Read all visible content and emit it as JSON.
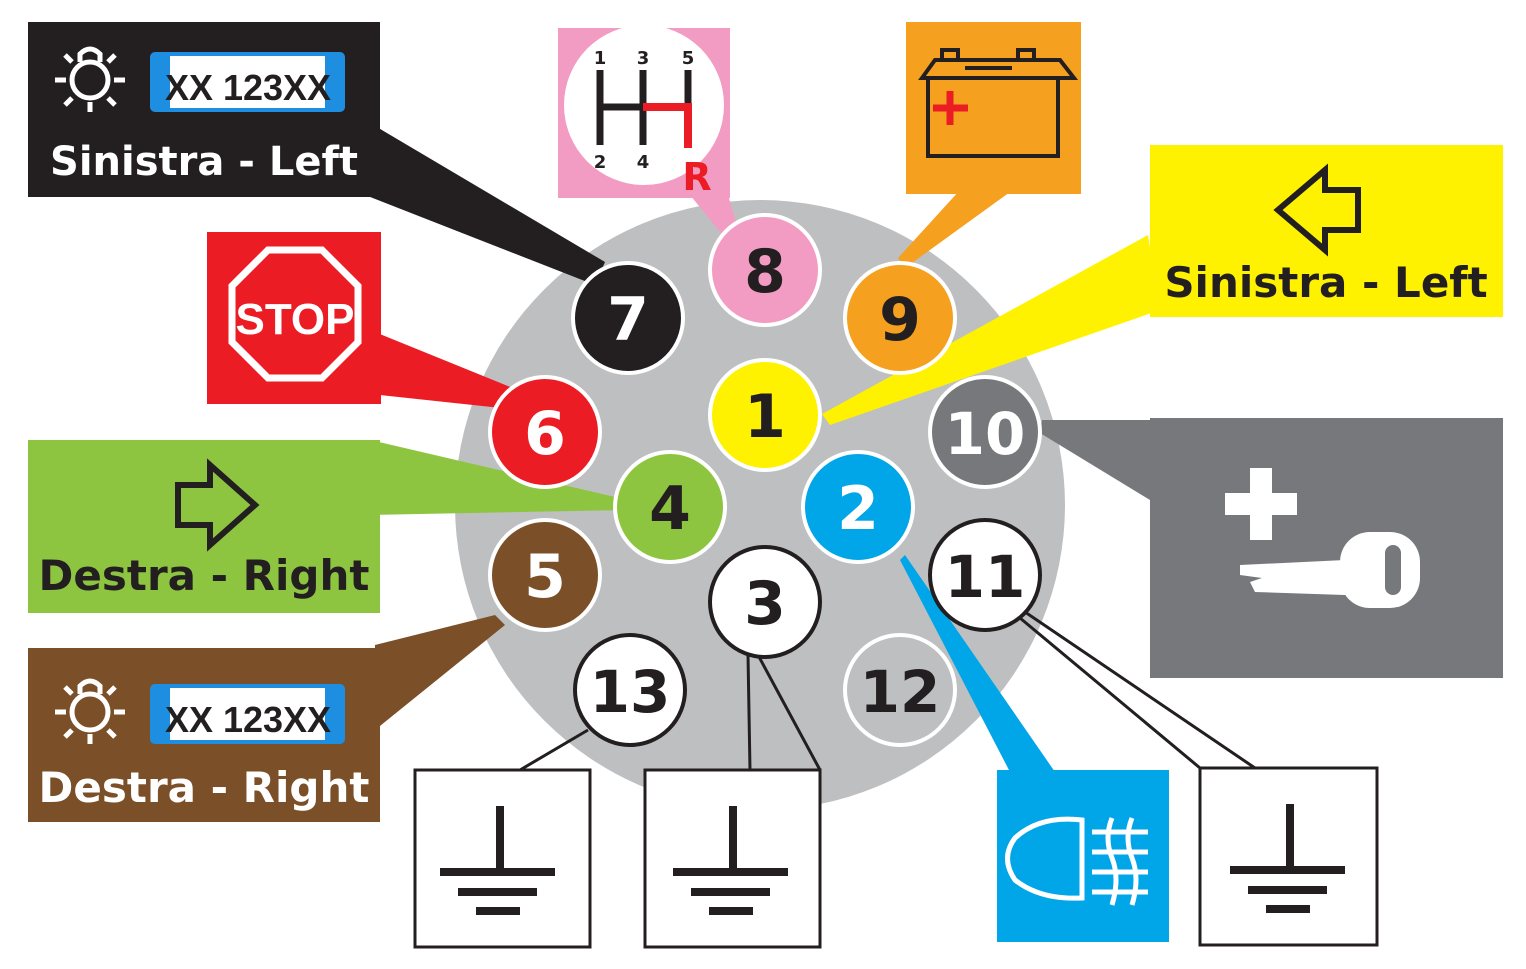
{
  "colors": {
    "connector": "#bebfc1",
    "black": "#231f20",
    "pink": "#f29cc4",
    "orange": "#f5a01e",
    "yellow": "#fff200",
    "red": "#ec1c24",
    "green": "#8dc540",
    "brown": "#7b5028",
    "blue": "#00a6e8",
    "grey": "#77787b",
    "plate_blue": "#1e8fe0"
  },
  "pins": [
    {
      "id": "1",
      "label": "1"
    },
    {
      "id": "2",
      "label": "2"
    },
    {
      "id": "3",
      "label": "3"
    },
    {
      "id": "4",
      "label": "4"
    },
    {
      "id": "5",
      "label": "5"
    },
    {
      "id": "6",
      "label": "6"
    },
    {
      "id": "7",
      "label": "7"
    },
    {
      "id": "8",
      "label": "8"
    },
    {
      "id": "9",
      "label": "9"
    },
    {
      "id": "10",
      "label": "10"
    },
    {
      "id": "11",
      "label": "11"
    },
    {
      "id": "12",
      "label": "12"
    },
    {
      "id": "13",
      "label": "13"
    }
  ],
  "labels": {
    "left_position": {
      "plate": "XX 123XX",
      "text": "Sinistra - Left",
      "icon": "lamp-icon"
    },
    "stop": {
      "text": "STOP",
      "icon": "stop-sign-icon"
    },
    "right_indicator": {
      "text": "Destra - Right",
      "icon": "arrow-right-icon"
    },
    "right_position": {
      "plate": "XX 123XX",
      "text": "Destra - Right",
      "icon": "lamp-icon"
    },
    "reverse": {
      "icon": "gear-shift-icon",
      "gears": [
        "1",
        "3",
        "5",
        "2",
        "4",
        "R"
      ]
    },
    "battery": {
      "icon": "battery-icon"
    },
    "left_indicator": {
      "text": "Sinistra - Left",
      "icon": "arrow-left-icon"
    },
    "ignition": {
      "icon": "ignition-key-icon"
    },
    "fog": {
      "icon": "fog-lamp-icon"
    },
    "ground": {
      "icon": "ground-icon"
    }
  }
}
